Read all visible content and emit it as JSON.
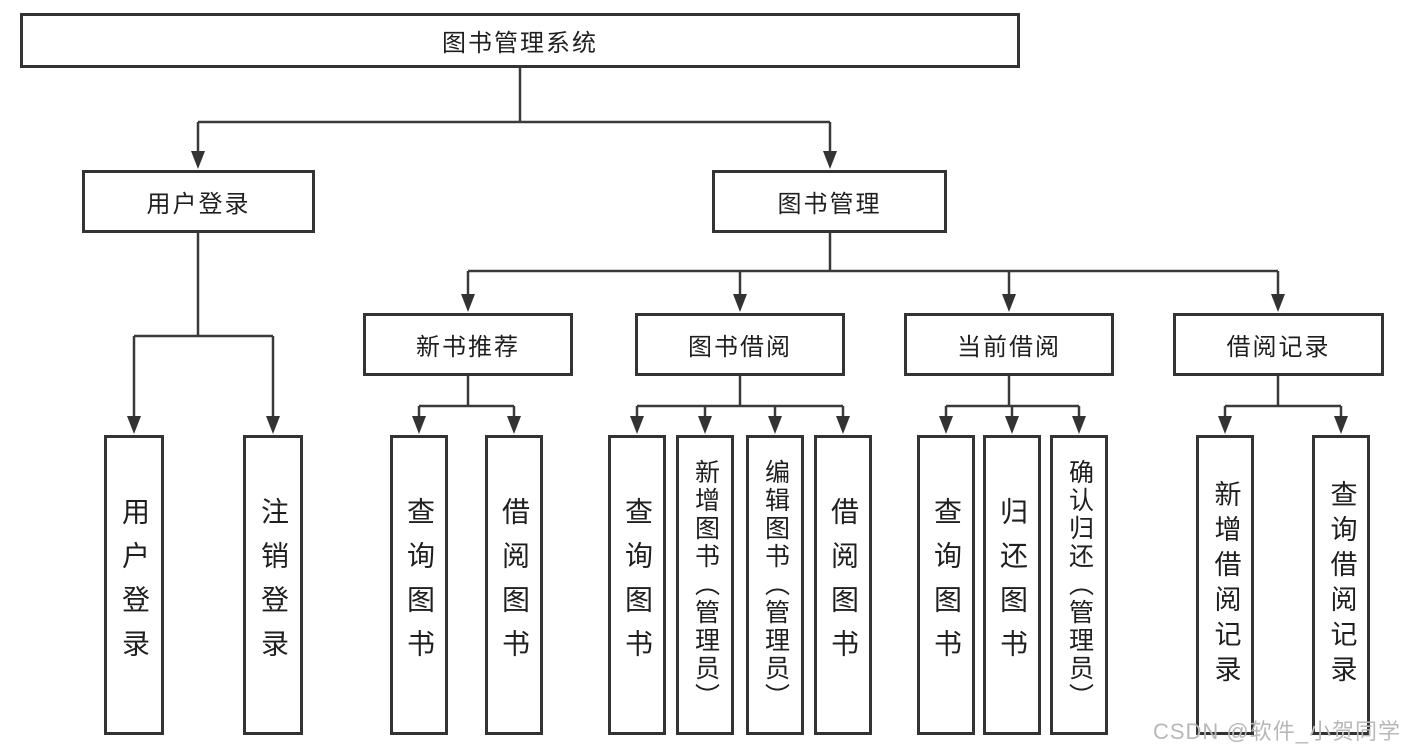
{
  "colors": {
    "border": "#333333",
    "line": "#3a3a3a",
    "text": "#1f1f1f",
    "background": "#ffffff",
    "watermark": "#b8b8b8"
  },
  "diagram": {
    "title": "图书管理系统",
    "branches": [
      {
        "label": "用户登录",
        "children": [
          "用户登录",
          "注销登录"
        ]
      },
      {
        "label": "图书管理",
        "groups": [
          {
            "label": "新书推荐",
            "children": [
              "查询图书",
              "借阅图书"
            ]
          },
          {
            "label": "图书借阅",
            "children": [
              "查询图书",
              "新增图书（管理员）",
              "编辑图书（管理员）",
              "借阅图书"
            ]
          },
          {
            "label": "当前借阅",
            "children": [
              "查询图书",
              "归还图书",
              "确认归还（管理员）"
            ]
          },
          {
            "label": "借阅记录",
            "children": [
              "新增借阅记录",
              "查询借阅记录"
            ]
          }
        ]
      }
    ]
  },
  "watermark": "CSDN @软件_小贺同学"
}
